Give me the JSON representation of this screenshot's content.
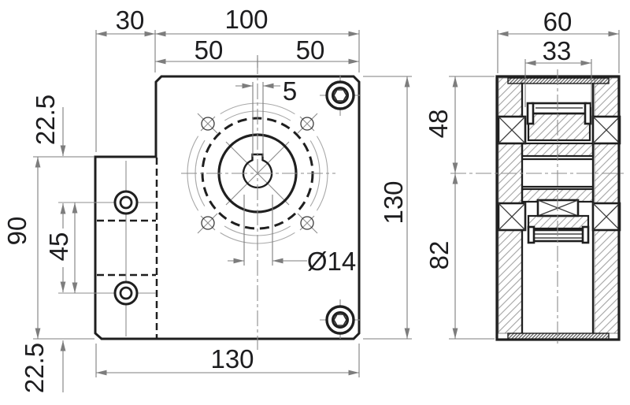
{
  "drawing": {
    "kind": "technical-drawing-two-views",
    "colors": {
      "outline": "#1f1f1f",
      "thin_line": "#8c8c8c",
      "hatch": "#a3a3a3",
      "text": "#1d1d1f",
      "background": "#ffffff"
    },
    "front_view": {
      "tab_width": "30",
      "body_width": "100",
      "half_width_left": "50",
      "half_width_right": "50",
      "keyway_width": "5",
      "hole_offset_top": "22.5",
      "tab_height": "90",
      "hole_spacing": "45",
      "hole_offset_bottom": "22.5",
      "total_width": "130",
      "body_height": "130",
      "bore_diameter": "Ø14"
    },
    "side_view": {
      "depth": "60",
      "hub_width": "33",
      "top_to_axis": "48",
      "axis_to_bottom": "82"
    }
  }
}
